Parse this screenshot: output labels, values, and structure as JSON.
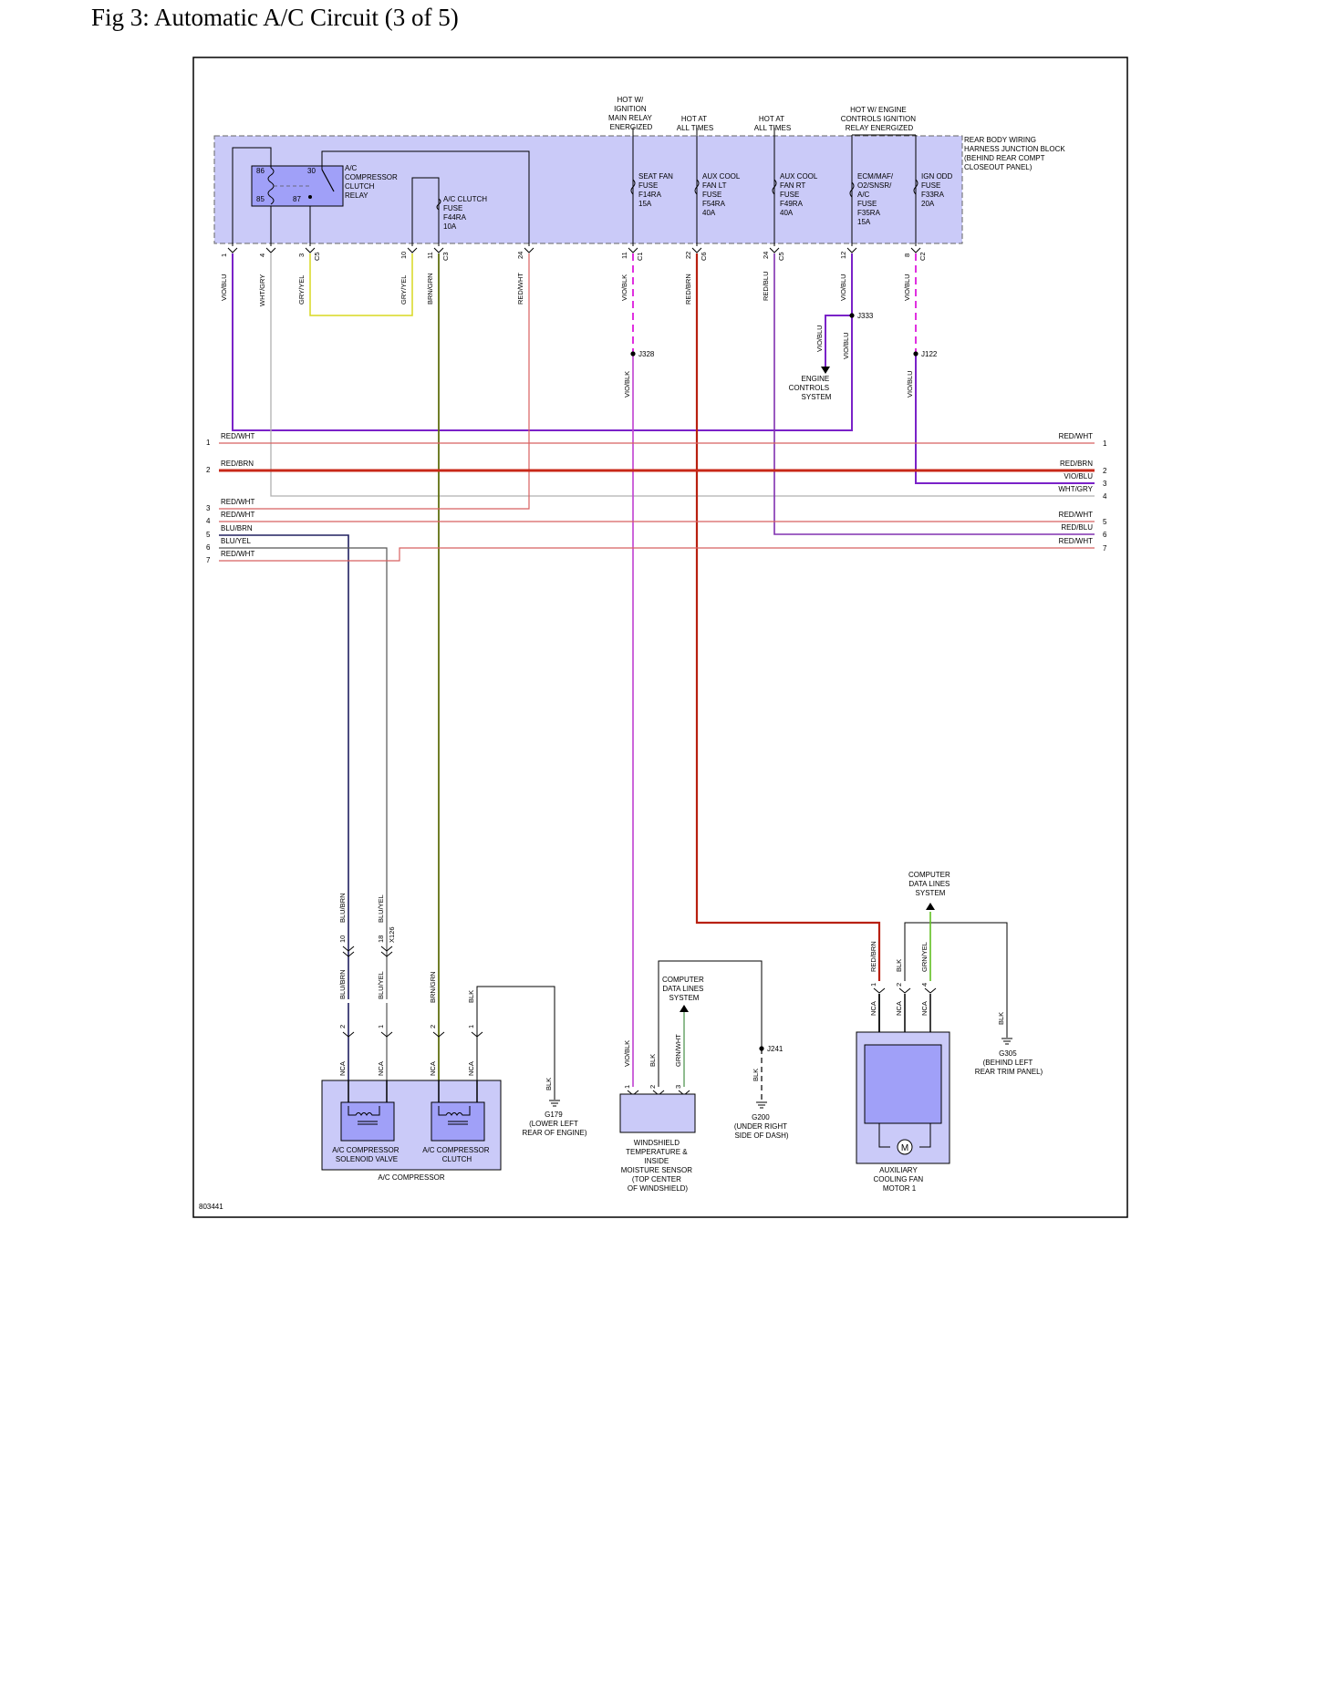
{
  "title": "Fig 3: Automatic A/C Circuit (3 of 5)",
  "diagram_id": "803441",
  "colors": {
    "block_fill": "#cacaf8",
    "component_fill": "#a0a0f8",
    "vio": "#7a22c8",
    "red": "#c82828",
    "red_wht": "#d86060",
    "red_brn": "#b82010",
    "magenta": "#e030e0",
    "yellow": "#d8d820",
    "olive": "#607010",
    "gray": "#b0b0b0",
    "navy": "#202060",
    "green": "#60c020",
    "black": "#000000"
  },
  "junction_block": {
    "name_lines": [
      "REAR BODY WIRING",
      "HARNESS JUNCTION BLOCK",
      "(BEHIND REAR COMPT",
      "CLOSEOUT PANEL)"
    ],
    "relay": {
      "name_lines": [
        "A/C",
        "COMPRESSOR",
        "CLUTCH",
        "RELAY"
      ],
      "pins": [
        "86",
        "30",
        "85",
        "87"
      ]
    },
    "fuses": [
      {
        "id": "ac_clutch",
        "lines": [
          "A/C CLUTCH",
          "FUSE",
          "F44RA",
          "10A"
        ]
      },
      {
        "id": "seat_fan",
        "lines": [
          "SEAT FAN",
          "FUSE",
          "F14RA",
          "15A"
        ]
      },
      {
        "id": "aux_lt",
        "lines": [
          "AUX COOL",
          "FAN LT",
          "FUSE",
          "F54RA",
          "40A"
        ]
      },
      {
        "id": "aux_rt",
        "lines": [
          "AUX COOL",
          "FAN RT",
          "FUSE",
          "F49RA",
          "40A"
        ]
      },
      {
        "id": "ecm",
        "lines": [
          "ECM/MAF/",
          "O2/SNSR/",
          "A/C",
          "FUSE",
          "F35RA",
          "15A"
        ]
      },
      {
        "id": "ign_odd",
        "lines": [
          "IGN ODD",
          "FUSE",
          "F33RA",
          "20A"
        ]
      }
    ],
    "power_labels": [
      {
        "id": "ign",
        "lines": [
          "HOT W/",
          "IGNITION",
          "MAIN RELAY",
          "ENERGIZED"
        ]
      },
      {
        "id": "at1",
        "lines": [
          "HOT AT",
          "ALL TIMES"
        ]
      },
      {
        "id": "at2",
        "lines": [
          "HOT AT",
          "ALL TIMES"
        ]
      },
      {
        "id": "eng",
        "lines": [
          "HOT W/ ENGINE",
          "CONTROLS IGNITION",
          "RELAY ENERGIZED"
        ]
      }
    ],
    "pins": [
      {
        "pin": "1",
        "wire": "VIO/BLU",
        "conn": ""
      },
      {
        "pin": "4",
        "wire": "WHT/GRY",
        "conn": ""
      },
      {
        "pin": "3",
        "wire": "GRY/YEL",
        "conn": "C5"
      },
      {
        "pin": "10",
        "wire": "GRY/YEL",
        "conn": ""
      },
      {
        "pin": "11",
        "wire": "BRN/GRN",
        "conn": "C3"
      },
      {
        "pin": "24",
        "wire": "RED/WHT",
        "conn": ""
      },
      {
        "pin": "11",
        "wire": "VIO/BLK",
        "conn": "C1"
      },
      {
        "pin": "22",
        "wire": "RED/BRN",
        "conn": "C6"
      },
      {
        "pin": "24",
        "wire": "RED/BLU",
        "conn": "C5"
      },
      {
        "pin": "12",
        "wire": "VIO/BLU",
        "conn": ""
      },
      {
        "pin": "8",
        "wire": "VIO/BLU",
        "conn": "C2"
      }
    ]
  },
  "splices": {
    "j333": "J333",
    "j328": "J328",
    "j122": "J122",
    "j241": "J241"
  },
  "mid_labels": {
    "vio_blu_a": "VIO/BLU",
    "vio_blu_b": "VIO/BLU",
    "vio_blk": "VIO/BLK",
    "vio_blu_c": "VIO/BLU"
  },
  "engine_controls": [
    "ENGINE",
    "CONTROLS",
    "SYSTEM"
  ],
  "bus_left": [
    {
      "num": "1",
      "label": "RED/WHT"
    },
    {
      "num": "2",
      "label": "RED/BRN"
    },
    {
      "num": "3",
      "label": "RED/WHT"
    },
    {
      "num": "4",
      "label": "RED/WHT"
    },
    {
      "num": "5",
      "label": "BLU/BRN"
    },
    {
      "num": "6",
      "label": "BLU/YEL"
    },
    {
      "num": "7",
      "label": "RED/WHT"
    }
  ],
  "bus_right": [
    {
      "num": "1",
      "label": "RED/WHT"
    },
    {
      "num": "2",
      "label": "RED/BRN"
    },
    {
      "num": "3",
      "label": "VIO/BLU"
    },
    {
      "num": "4",
      "label": "WHT/GRY"
    },
    {
      "num": "5",
      "label": "RED/WHT"
    },
    {
      "num": "6",
      "label": "RED/BLU"
    },
    {
      "num": "7",
      "label": "RED/WHT"
    }
  ],
  "x126": {
    "name": "X126",
    "pins": [
      "10",
      "18"
    ],
    "upper": [
      "BLU/BRN",
      "BLU/YEL"
    ],
    "lower": [
      "BLU/BRN",
      "BLU/YEL"
    ]
  },
  "compressor": {
    "name": "A/C COMPRESSOR",
    "wire_labels": [
      "BRN/GRN",
      "BLK"
    ],
    "pins": [
      "2",
      "1",
      "2",
      "1"
    ],
    "nca": [
      "NCA",
      "NCA",
      "NCA",
      "NCA"
    ],
    "solenoid_lines": [
      "A/C COMPRESSOR",
      "SOLENOID VALVE"
    ],
    "clutch_lines": [
      "A/C COMPRESSOR",
      "CLUTCH"
    ]
  },
  "g179": {
    "wire": "BLK",
    "lines": [
      "G179",
      "(LOWER LEFT",
      "REAR OF ENGINE)"
    ]
  },
  "sensor": {
    "lines": [
      "WINDSHIELD",
      "TEMPERATURE &",
      "INSIDE",
      "MOISTURE SENSOR",
      "(TOP CENTER",
      "OF WINDSHIELD)"
    ],
    "pins": [
      "1",
      "2",
      "3"
    ],
    "wires": [
      "VIO/BLK",
      "BLK",
      "GRN/WHT"
    ]
  },
  "cdl_sensor": [
    "COMPUTER",
    "DATA LINES",
    "SYSTEM"
  ],
  "g200": {
    "wire": "BLK",
    "lines": [
      "G200",
      "(UNDER RIGHT",
      "SIDE OF DASH)"
    ]
  },
  "fan_motor": {
    "lines": [
      "AUXILIARY",
      "COOLING FAN",
      "MOTOR 1"
    ],
    "pins": [
      "1",
      "2",
      "4"
    ],
    "wires": [
      "RED/BRN",
      "BLK",
      "GRN/YEL"
    ],
    "nca": [
      "NCA",
      "NCA",
      "NCA"
    ],
    "motor_symbol": "M"
  },
  "cdl_fan": [
    "COMPUTER",
    "DATA LINES",
    "SYSTEM"
  ],
  "g305": {
    "wire": "BLK",
    "lines": [
      "G305",
      "(BEHIND LEFT",
      "REAR TRIM PANEL)"
    ]
  }
}
